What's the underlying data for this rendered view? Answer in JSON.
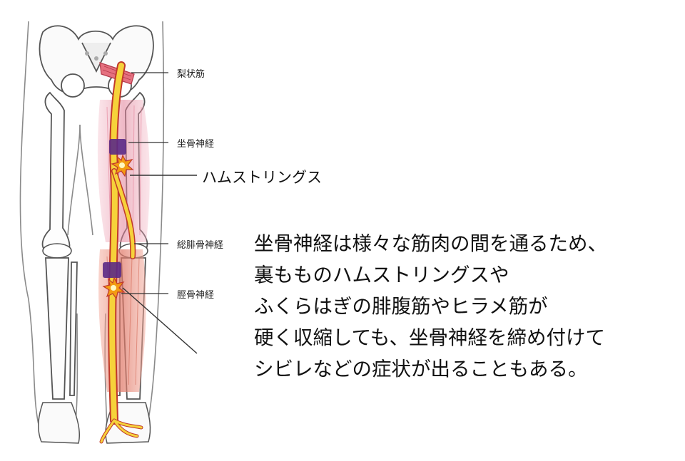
{
  "labels": {
    "piriformis": "梨状筋",
    "sciatic_nerve": "坐骨神経",
    "hamstrings": "ハムストリングス",
    "common_peroneal_nerve": "総腓骨神経",
    "tibial_nerve": "脛骨神経"
  },
  "caption": {
    "lines": [
      "坐骨神経は様々な筋肉の間を通るため、",
      "裏もものハムストリングスや",
      "ふくらはぎの腓腹筋やヒラメ筋が",
      "硬く収縮しても、坐骨神経を締め付けて",
      "シビレなどの症状が出ることもある。"
    ]
  },
  "colors": {
    "nerve": "#f6d23a",
    "nerve_outline": "#c0392b",
    "muscle": "#e58a9a",
    "compression": "#5b2a86",
    "pain_burst": "#f39c12",
    "bone_outline": "#555555",
    "leader_line": "#333333"
  }
}
